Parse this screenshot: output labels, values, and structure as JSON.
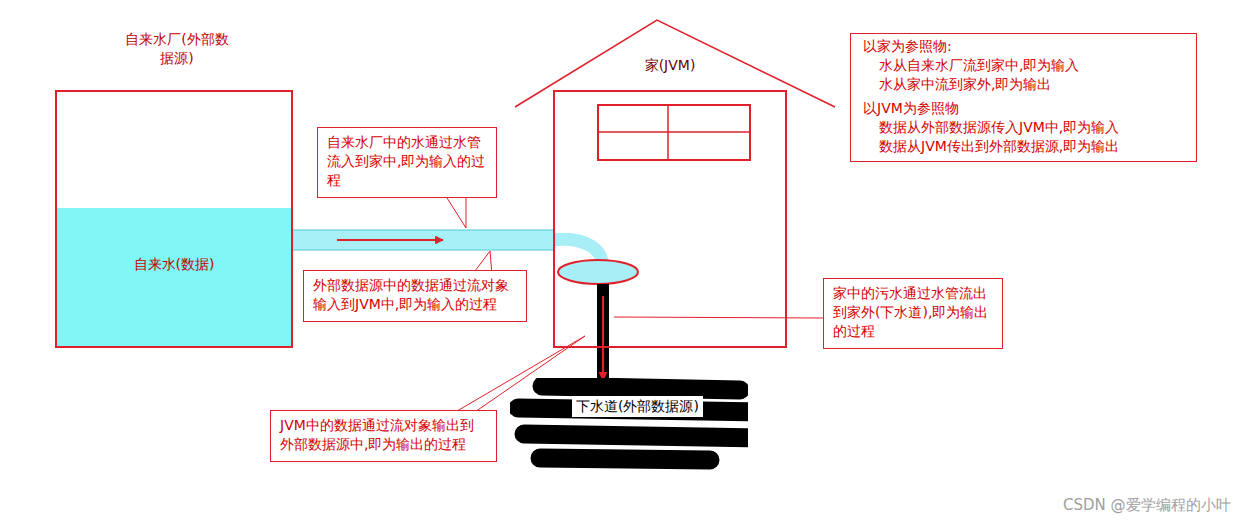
{
  "diagram": {
    "nodes": [
      {
        "text": [
          "自来水厂(外部数据源)",
          "自来水(数据)"
        ]
      },
      {
        "text": [
          "自来水厂中的水通过水管流入到家中,即为输入的过程"
        ]
      },
      {
        "text": [
          "家(JVM)"
        ]
      },
      {
        "text": [
          "以家为参照物:",
          "水从自来水厂流到家中,即为输入",
          "水从家中流到家外,即为输出",
          "以JVM为参照物",
          "数据从外部数据源传入JVM中,即为输入",
          "数据从JVM传出到外部数据源,即为输出"
        ]
      },
      {
        "text": [
          "外部数据源中的数据通过流对象输入到JVM中,即为输入的过程"
        ]
      },
      {
        "text": [
          "家中的污水通过水管流出到家外(下水道),即为输出的过程"
        ]
      },
      {
        "text": [
          "下水道(外部数据源)"
        ]
      },
      {
        "text": [
          "JVM中的数据通过流对象输出到外部数据源中,即为输出的过程"
        ]
      }
    ],
    "edges": [
      {
        "from": 0,
        "to": 2,
        "arrow": "to"
      },
      {
        "from": 2,
        "to": 6,
        "arrow": "to"
      }
    ],
    "labels": [
      "CSDN @爱学编程的小叶"
    ]
  }
}
